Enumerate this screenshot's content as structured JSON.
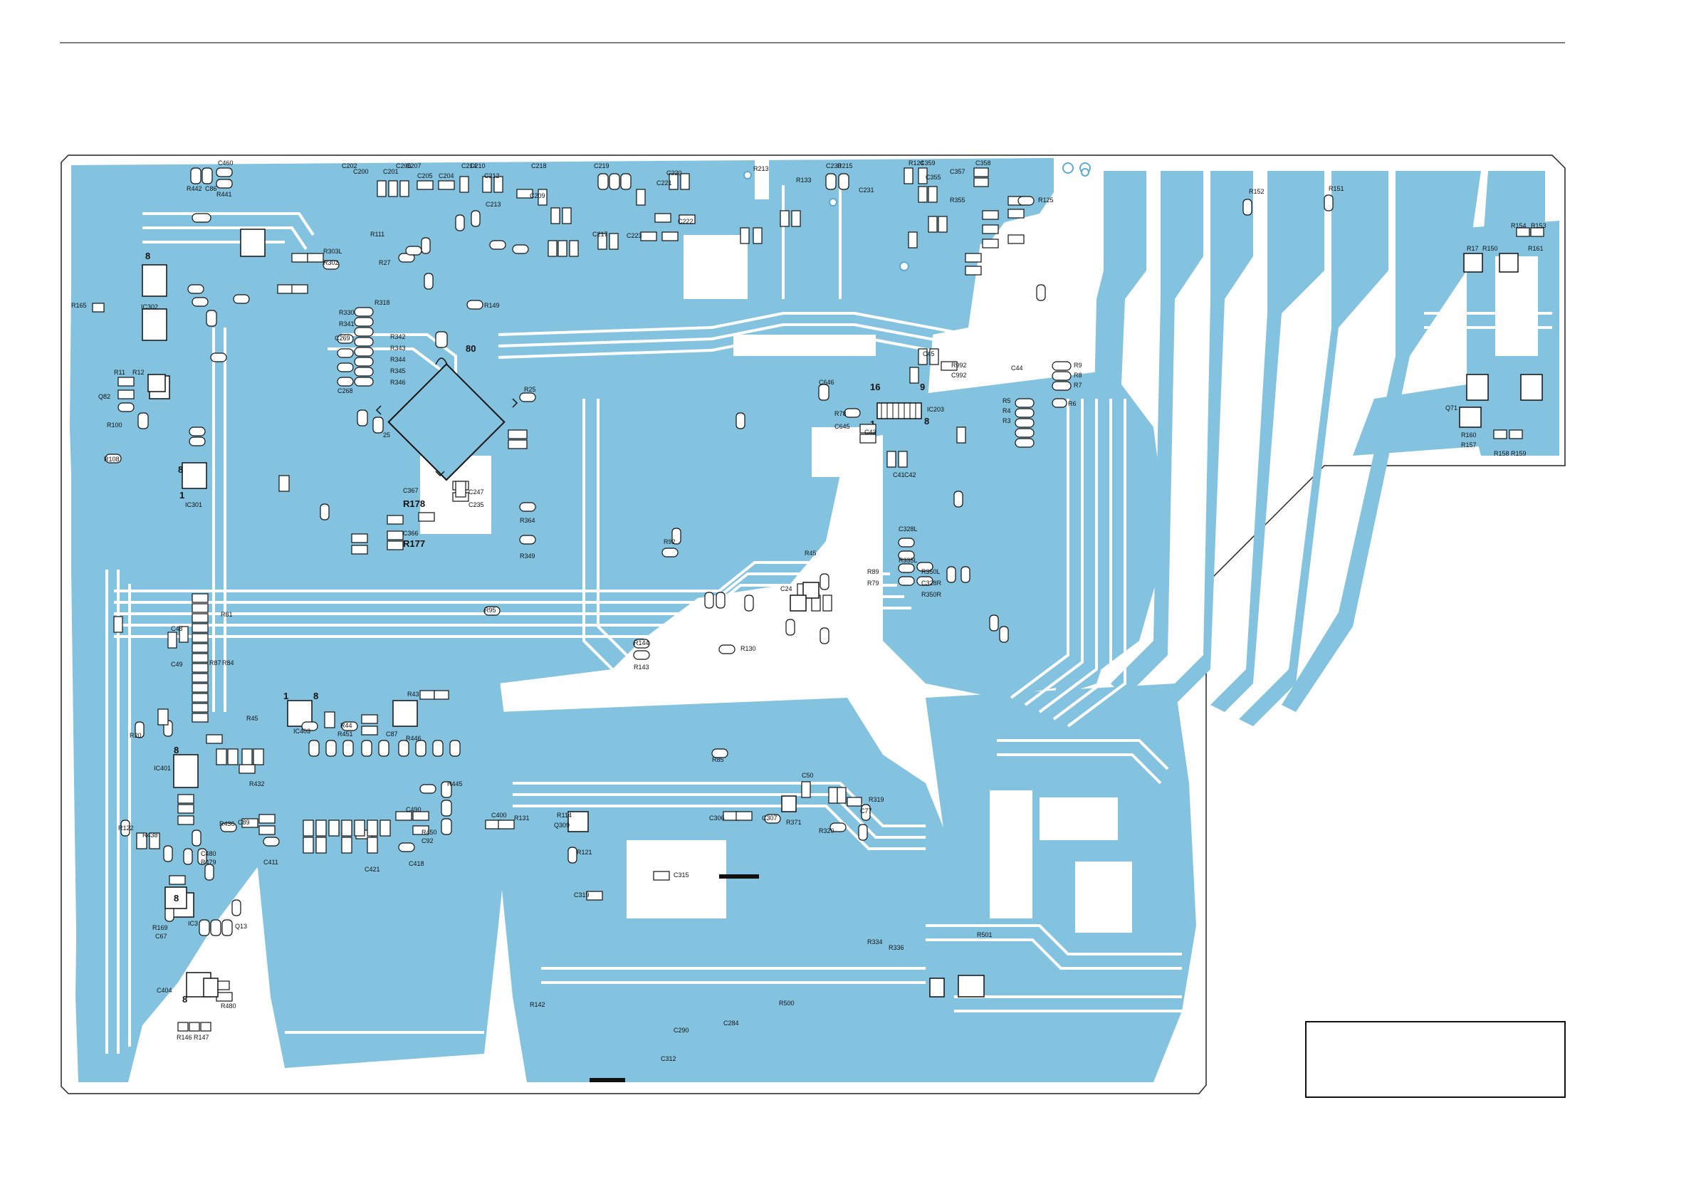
{
  "colors": {
    "copper": "#84c3e0",
    "copper_dark": "#5fa9cf",
    "gap": "#ffffff",
    "outline": "#222222",
    "component": "#ffffff"
  },
  "labels": {
    "c460": "C460",
    "r442": "R442",
    "c86": "C86",
    "r441": "R441",
    "c202": "C202",
    "c200": "C200",
    "c201": "C201",
    "c206": "C206",
    "c207": "C207",
    "c205": "C205",
    "c204": "C204",
    "c214": "C214",
    "c213": "C213",
    "c212": "C212",
    "c210": "C210",
    "c209": "C209",
    "c218": "C218",
    "c219": "C219",
    "c220": "C220",
    "c221": "C221",
    "c222": "C222",
    "c223": "C223",
    "c217": "C217",
    "r213": "R213",
    "r133": "R133",
    "c230": "C230",
    "r215": "R215",
    "c231": "C231",
    "r124": "R124",
    "c359": "C359",
    "c357": "C357",
    "c358": "C358",
    "c355": "C355",
    "r355": "R355",
    "r125": "R125",
    "r152": "R152",
    "r151": "R151",
    "r154": "R154",
    "r153": "R153",
    "r161": "R161",
    "r150": "R150",
    "r17": "R17",
    "r165": "R165",
    "ic302": "IC302",
    "r303l": "R303L",
    "r302": "R302",
    "r27": "R27",
    "r111": "R111",
    "r318": "R318",
    "r330": "R330",
    "r341": "R341",
    "r342": "R342",
    "r343": "R343",
    "r344": "R344",
    "r345": "R345",
    "r346": "R346",
    "c269": "C269",
    "c268": "C268",
    "r149": "R149",
    "num80": "80",
    "num25": "25",
    "r25": "R25",
    "r5": "R5",
    "r4": "R4",
    "r3": "R3",
    "r9": "R9",
    "r8": "R8",
    "r7": "R7",
    "r6": "R6",
    "c992": "C992",
    "c44": "C44",
    "c45": "C45",
    "r992": "R992",
    "c646": "C646",
    "num16": "16",
    "num9": "9",
    "num1": "1",
    "num8": "8",
    "ic203": "IC203",
    "r78": "R78",
    "c645": "C645",
    "c43": "C43",
    "c41": "C41",
    "c42": "C42",
    "r160": "R160",
    "r157": "R157",
    "q71": "Q71",
    "r158": "R158",
    "r159": "R159",
    "ic301": "IC301",
    "r108": "R108",
    "q82": "Q82",
    "r100": "R100",
    "r11": "R11",
    "r12": "R12",
    "c367": "C367",
    "r178": "R178",
    "c366": "C366",
    "r177": "R177",
    "c247": "C247",
    "c235": "C235",
    "r364": "R364",
    "r349": "R349",
    "r92": "R92",
    "r45": "R45",
    "c328l": "C328L",
    "r335l": "R335L",
    "r350l": "R350L",
    "c328r": "C328R",
    "r350r": "R350R",
    "r89": "R89",
    "r79": "R79",
    "r95": "R95",
    "r144": "R144",
    "r143": "R143",
    "r130": "R130",
    "c24": "C24",
    "r81": "R81",
    "c48": "C48",
    "c49": "C49",
    "r87": "R87",
    "r84": "R84",
    "r43": "R43",
    "r45b": "R45",
    "ic403": "IC403",
    "r44": "R44",
    "r451": "R451",
    "c87": "C87",
    "r446": "R446",
    "ic401": "IC401",
    "r432": "R432",
    "r436": "R436",
    "c89": "C89",
    "r450": "R450",
    "c92": "C92",
    "c418": "C418",
    "c421": "C421",
    "c411": "C411",
    "c490": "C490",
    "r445": "R445",
    "c400": "C400",
    "r131": "R131",
    "q309": "Q309",
    "r114": "R114",
    "r121": "R121",
    "c319": "C319",
    "c315": "C315",
    "c306": "C306",
    "c307": "C307",
    "r371": "R371",
    "r319": "R319",
    "r320": "R320",
    "c77": "C77",
    "c50": "C50",
    "r85": "R85",
    "r501": "R501",
    "r500": "R500",
    "r142": "R142",
    "c290": "C290",
    "c284": "C284",
    "c312": "C312",
    "r334": "R334",
    "r336": "R336",
    "c404": "C404",
    "r480": "R480",
    "r146": "R146",
    "r147": "R147",
    "ic3": "IC3",
    "q13": "Q13",
    "r169": "R169",
    "c67": "C67",
    "r479": "R479",
    "c480": "C480",
    "r438": "R438",
    "r122": "R122",
    "r20": "R20"
  }
}
